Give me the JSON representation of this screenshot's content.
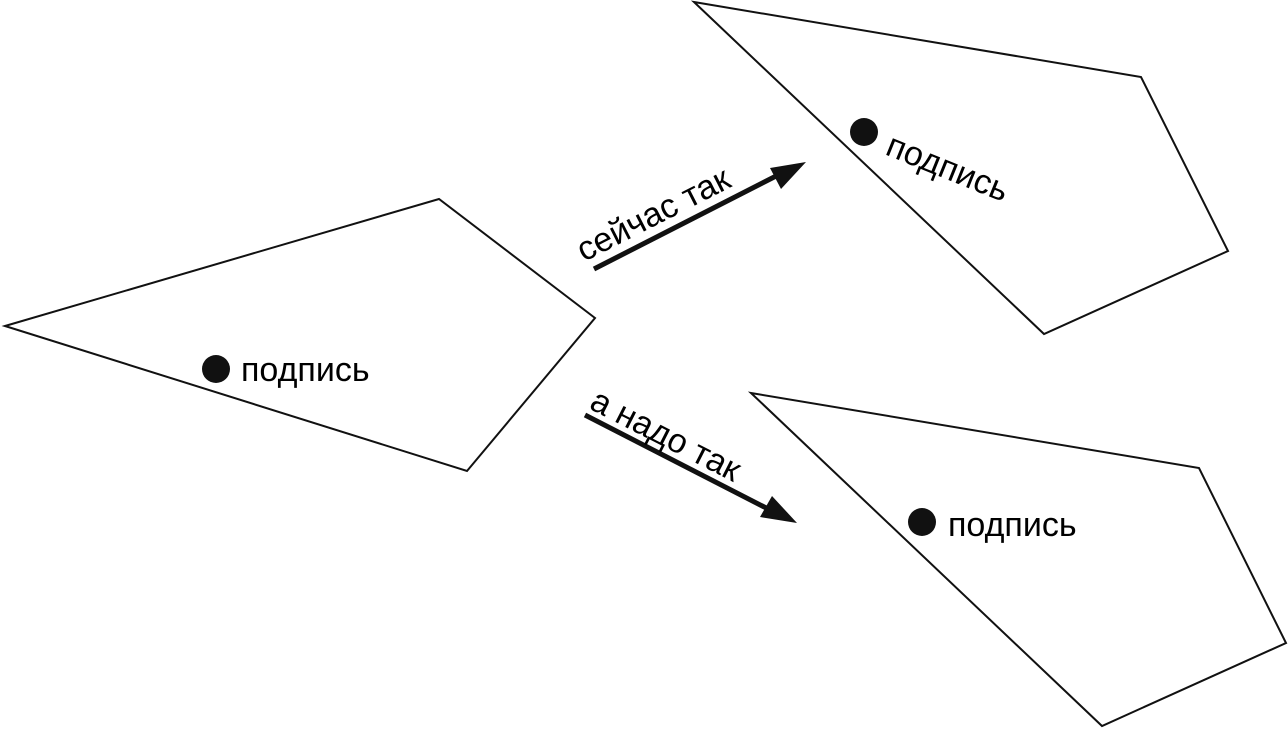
{
  "diagram": {
    "original": {
      "label": "подпись"
    },
    "current": {
      "label": "подпись"
    },
    "desired": {
      "label": "подпись"
    },
    "arrow_current": {
      "label": "сейчас так"
    },
    "arrow_desired": {
      "label": "а надо так"
    }
  },
  "colors": {
    "stroke": "#111111",
    "background": "#ffffff"
  }
}
